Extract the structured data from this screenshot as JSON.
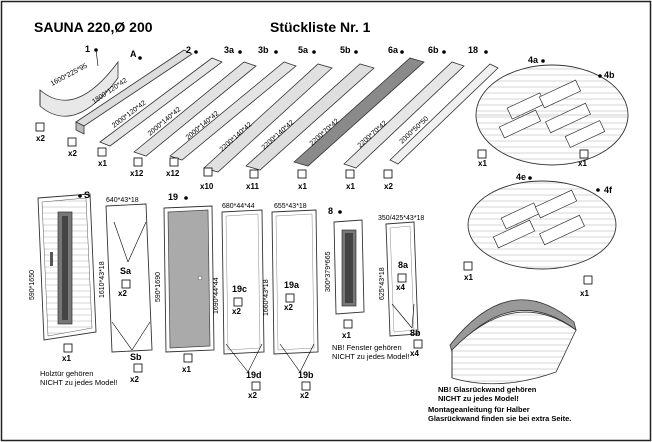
{
  "header": {
    "title": "SAUNA 220,Ø 200",
    "subtitle": "Stückliste Nr. 1"
  },
  "parts_top": [
    {
      "id": "1",
      "dim": "1600*225*95",
      "qty": "x2"
    },
    {
      "id": "A",
      "dim": "1800*120*42",
      "qty": "x2"
    },
    {
      "id": "2",
      "dim": "2000*120*42",
      "qty": "x1"
    },
    {
      "id": "3a",
      "dim": "2000*140*42",
      "qty": "x12"
    },
    {
      "id": "3b",
      "dim": "2000*140*42",
      "qty": "x12"
    },
    {
      "id": "5a",
      "dim": "2200*140*42",
      "qty": "x10"
    },
    {
      "id": "5b",
      "dim": "2200*140*42",
      "qty": "x11"
    },
    {
      "id": "6a",
      "dim": "2200*70*42",
      "qty": "x1"
    },
    {
      "id": "6b",
      "dim": "2200*70*42",
      "qty": "x1"
    },
    {
      "id": "18",
      "dim": "2000*50*50",
      "qty": "x2"
    }
  ],
  "floors": [
    {
      "labels": [
        "4a",
        "4b"
      ],
      "qty": [
        "x1",
        "x1"
      ]
    },
    {
      "labels": [
        "4e",
        "4f"
      ],
      "qty": [
        "x1",
        "x1"
      ]
    }
  ],
  "frames": {
    "sauna": {
      "label": "S",
      "dim": "590*1650",
      "qty": "x1"
    },
    "frame_left": {
      "dim_top": "640*43*18",
      "dim_side": "1610*43*18",
      "label_a": "Sa",
      "qty_a": "x2",
      "label_b": "Sb",
      "qty_b": "x2"
    },
    "door": {
      "label": "19",
      "dim": "590*1690",
      "qty": "x1"
    },
    "frame_c": {
      "dim_top": "680*44*44",
      "dim_side": "1690*44*44",
      "label_c": "19c",
      "qty_c": "x2",
      "label_d": "19d",
      "qty_d": "x2"
    },
    "frame_a": {
      "dim_top": "655*43*18",
      "dim_side": "1660*43*18",
      "label_a": "19a",
      "qty_a": "x2",
      "label_b": "19b",
      "qty_b": "x2"
    },
    "window": {
      "label": "8",
      "dim": "300*379*665",
      "qty": "x1"
    },
    "window_frame": {
      "dim_top": "350/425*43*18",
      "dim_side": "625*43*18",
      "label_a": "8a",
      "qty_a": "x4",
      "label_b": "8b",
      "qty_b": "x4"
    }
  },
  "notes": {
    "holztuer": [
      "Holztür gehören",
      "NICHT zu jedes Model!"
    ],
    "fenster": [
      "NB! Fenster gehören",
      "NICHT zu jedes Model!"
    ],
    "glas": [
      "NB! Glasrückwand gehören",
      "NICHT zu jedes Model!"
    ],
    "anleitung": [
      "Montageanleitung für Halber",
      "Glasrückwand finden sie bei extra Seite."
    ]
  }
}
